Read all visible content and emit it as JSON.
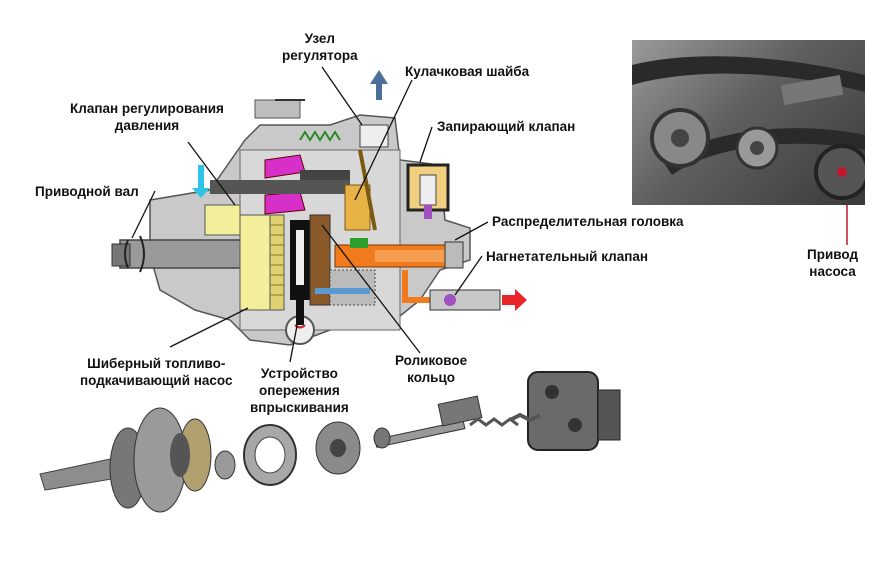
{
  "labels": {
    "regulator": [
      "Узел",
      "регулятора"
    ],
    "cam_disc": "Кулачковая шайба",
    "pressure_valve": [
      "Клапан регулирования",
      "давления"
    ],
    "shutoff_valve": "Запирающий клапан",
    "drive_shaft": "Приводной вал",
    "distributor_head": "Распределительная головка",
    "delivery_valve": "Нагнетательный клапан",
    "pump_drive": [
      "Привод",
      "насоса"
    ],
    "vane_pump": [
      "Шиберный топливо-",
      "подкачивающий насос"
    ],
    "timing_device": [
      "Устройство",
      "опережения",
      "впрыскивания"
    ],
    "roller_ring": [
      "Роликовое",
      "кольцо"
    ]
  },
  "colors": {
    "inlet_arrow": "#2fc3e6",
    "outlet_arrow": "#e8262a",
    "return_arrow": "#4a6f9a",
    "governor": "#d630c8",
    "distributor": "#f07a1c",
    "vane_pump": "#f3ee9a",
    "cam_disc": "#8a5a2a",
    "shutoff": "#f0d080",
    "pointer": "#c0182a"
  },
  "icons": {
    "photo": "timing-belt-photo",
    "parts": "exploded-parts-illustration"
  }
}
